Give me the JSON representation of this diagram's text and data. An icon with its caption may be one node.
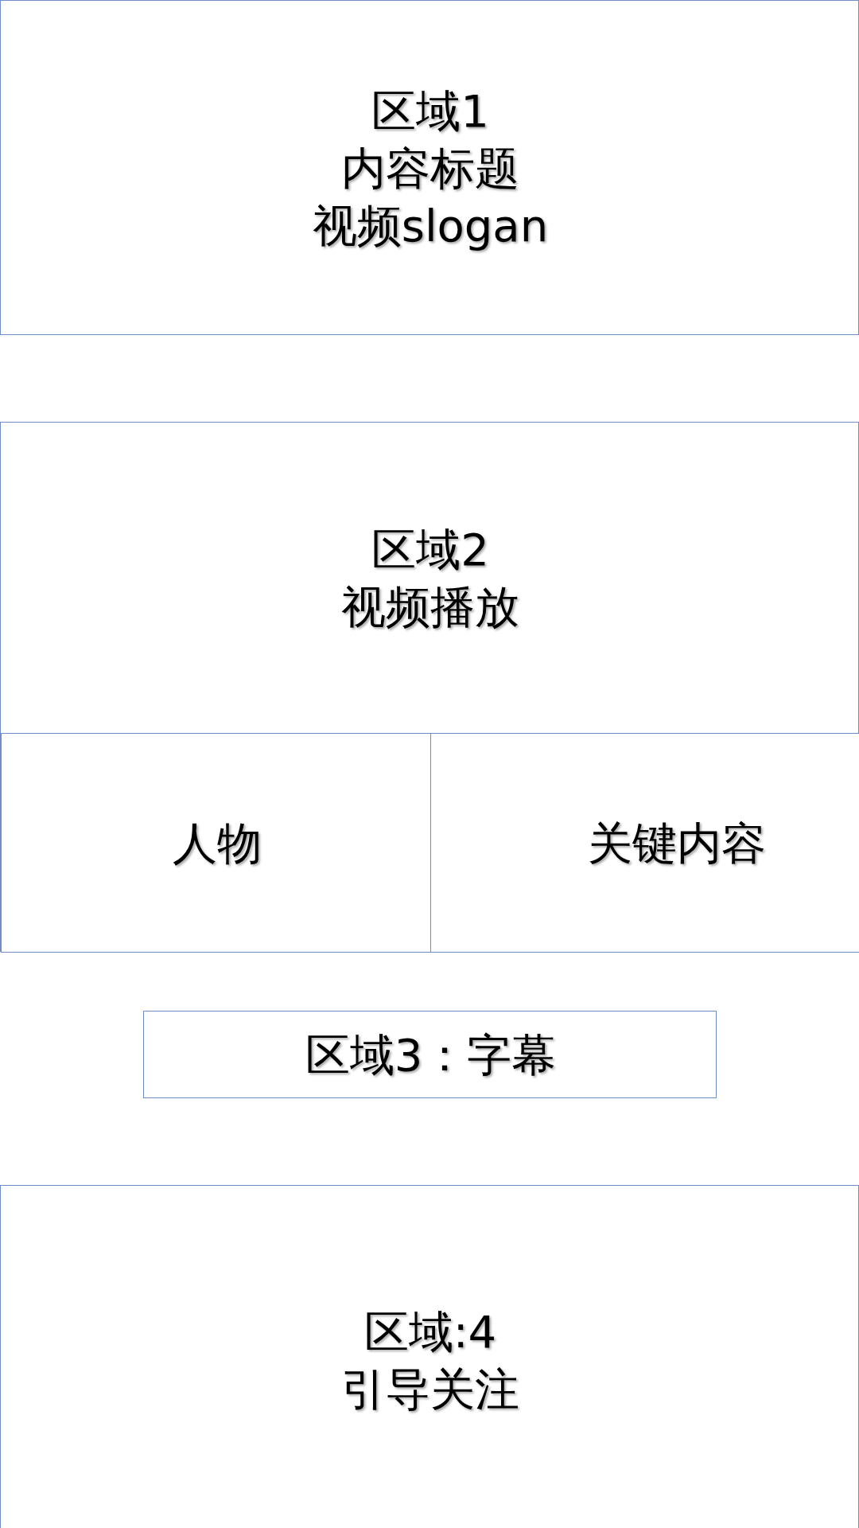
{
  "diagram": {
    "nodes": [
      {
        "text": [
          "区域1",
          "内容标题",
          "视频slogan"
        ]
      },
      {
        "text": [
          "区域2",
          "视频播放"
        ]
      },
      {
        "text": [
          "人物"
        ],
        "in": 1
      },
      {
        "text": [
          "关键内容"
        ],
        "in": 1
      },
      {
        "text": [
          "区域3：字幕"
        ]
      },
      {
        "text": [
          "区域:4",
          "引导关注"
        ]
      }
    ]
  }
}
